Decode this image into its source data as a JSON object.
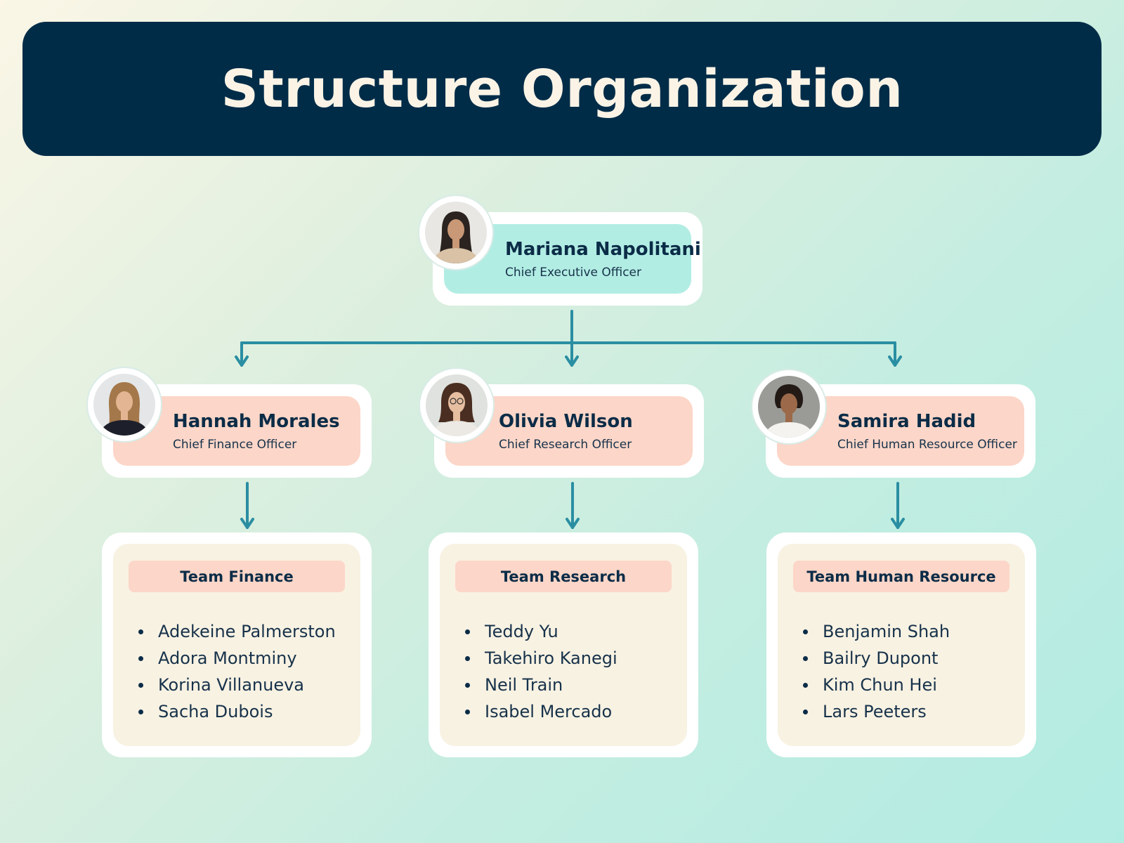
{
  "title": "Structure Organization",
  "colors": {
    "header_bg": "#012c48",
    "header_text": "#fbf4e6",
    "ceo_card": "#b2ede4",
    "chief_card": "#fcd6c8",
    "team_card": "#f8f2e3",
    "connector": "#2a8ea2"
  },
  "ceo": {
    "name": "Mariana Napolitani",
    "title": "Chief Executive Officer",
    "avatar_icon": "person-photo-icon"
  },
  "chiefs": [
    {
      "name": "Hannah Morales",
      "title": "Chief Finance Officer",
      "avatar_icon": "person-photo-icon"
    },
    {
      "name": "Olivia Wilson",
      "title": "Chief Research Officer",
      "avatar_icon": "person-photo-icon"
    },
    {
      "name": "Samira Hadid",
      "title": "Chief Human Resource Officer",
      "avatar_icon": "person-photo-icon"
    }
  ],
  "teams": [
    {
      "name": "Team Finance",
      "members": [
        "Adekeine Palmerston",
        "Adora Montminy",
        "Korina Villanueva",
        "Sacha Dubois"
      ]
    },
    {
      "name": "Team Research",
      "members": [
        "Teddy Yu",
        "Takehiro Kanegi",
        "Neil Train",
        "Isabel Mercado"
      ]
    },
    {
      "name": "Team Human Resource",
      "members": [
        "Benjamin Shah",
        "Bailry Dupont",
        "Kim Chun Hei",
        "Lars Peeters"
      ]
    }
  ]
}
